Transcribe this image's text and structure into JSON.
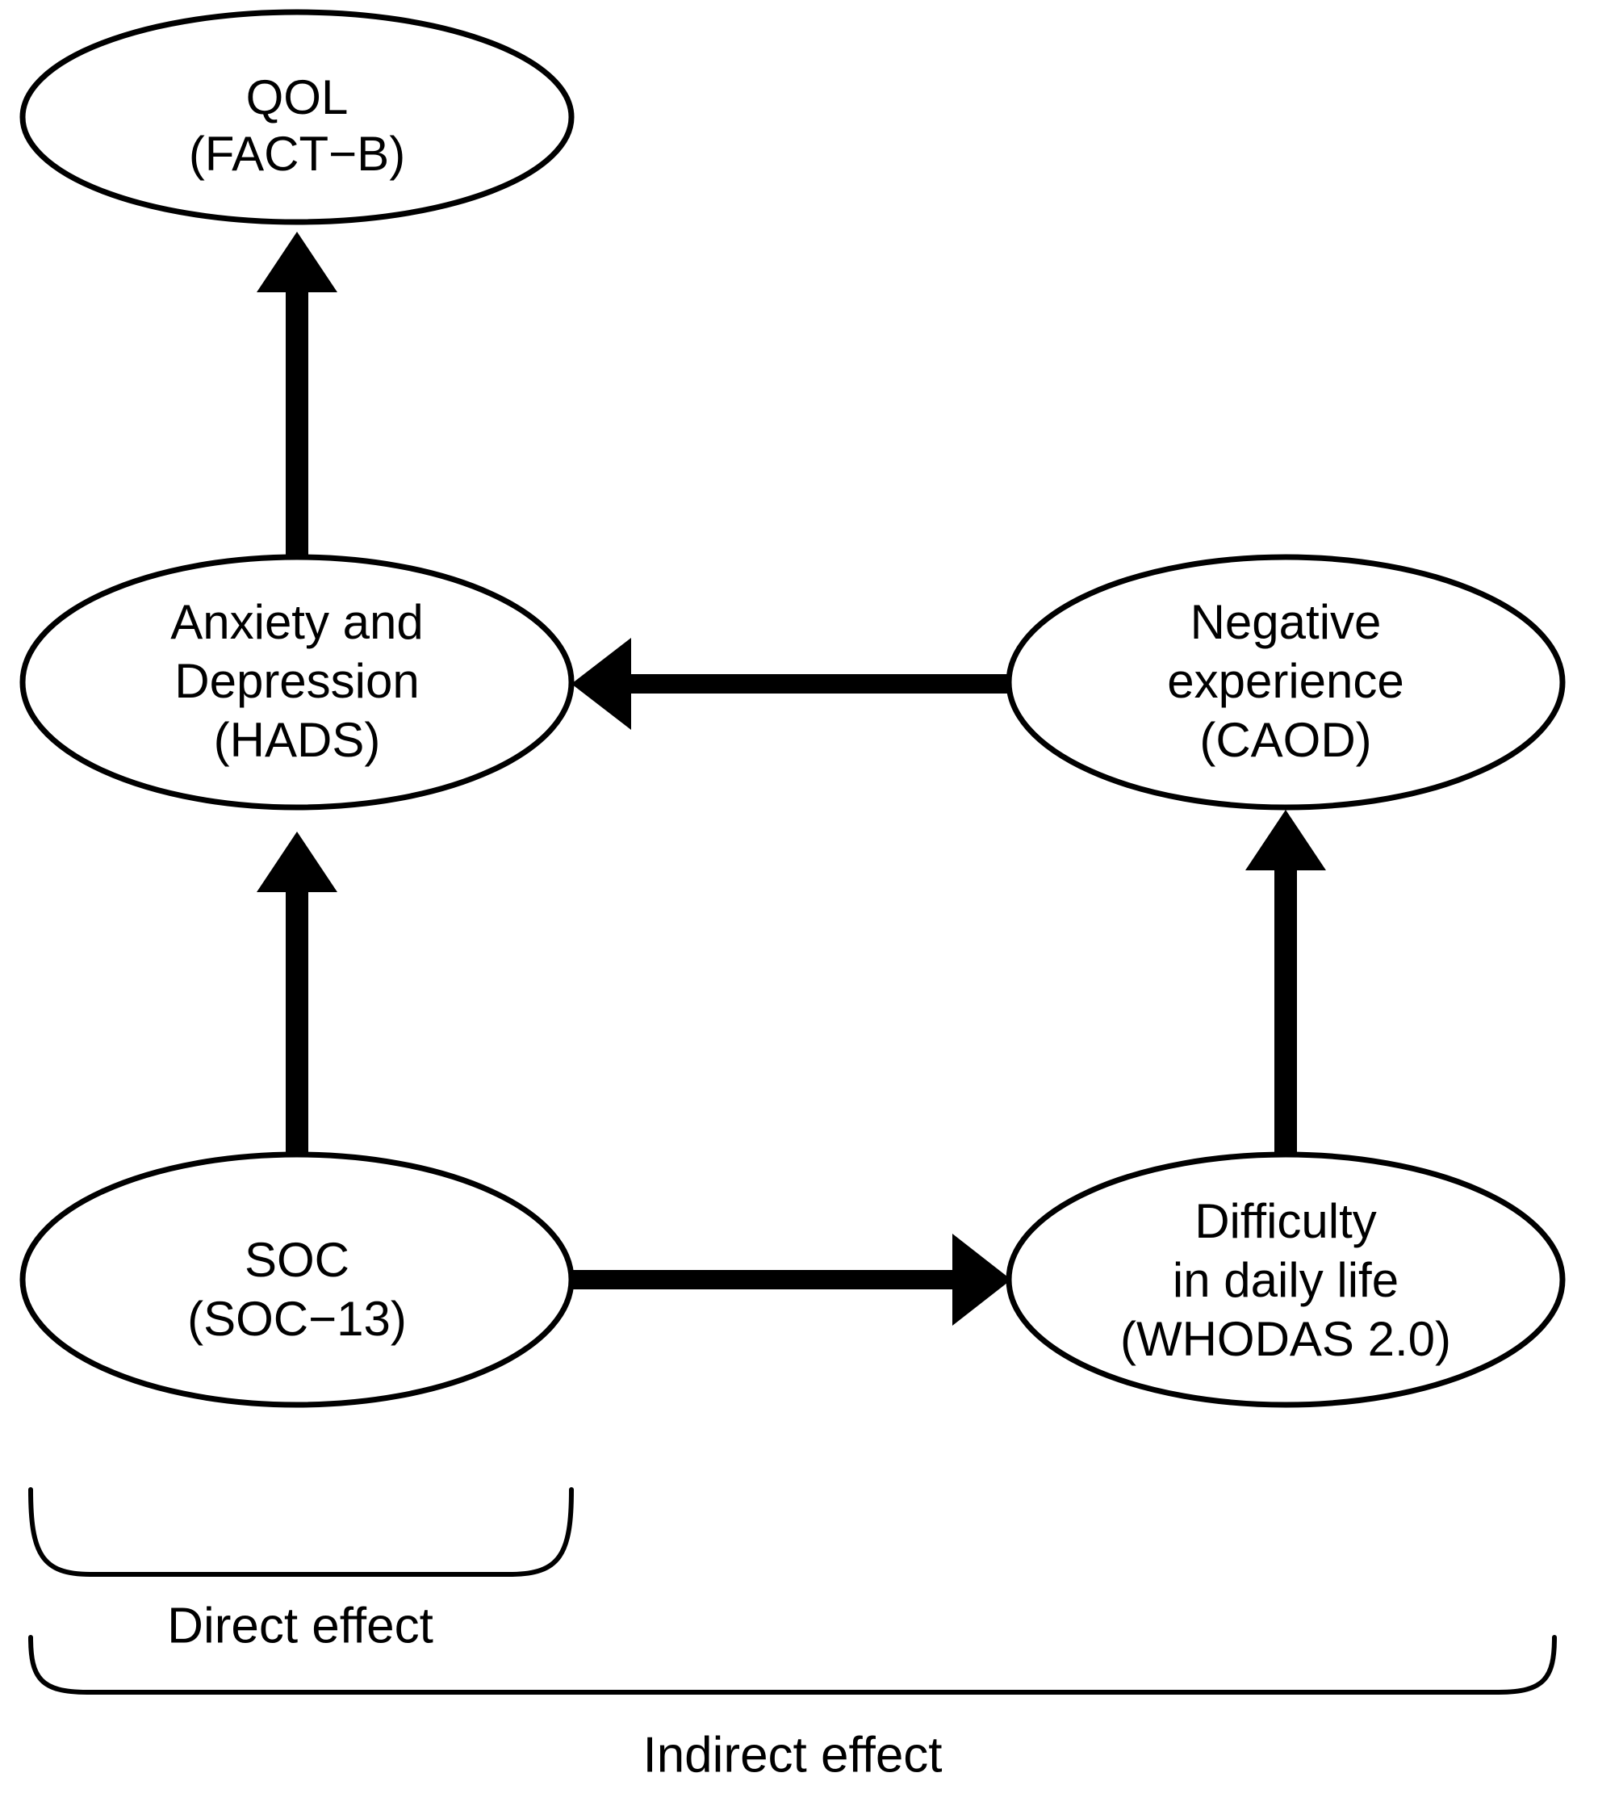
{
  "figure": {
    "type": "path-diagram",
    "background_color": "#ffffff",
    "stroke_color": "#000000",
    "nodes": [
      {
        "id": "qol",
        "shape": "ellipse",
        "lines": [
          "QOL",
          "(FACT−B)"
        ],
        "line1": "QOL",
        "line2": "(FACT−B)",
        "line3": ""
      },
      {
        "id": "hads",
        "shape": "ellipse",
        "lines": [
          "Anxiety and",
          "Depression",
          "(HADS)"
        ],
        "line1": "Anxiety and",
        "line2": "Depression",
        "line3": "(HADS)"
      },
      {
        "id": "caod",
        "shape": "ellipse",
        "lines": [
          "Negative",
          "experience",
          "(CAOD)"
        ],
        "line1": "Negative",
        "line2": "experience",
        "line3": "(CAOD)"
      },
      {
        "id": "soc",
        "shape": "ellipse",
        "lines": [
          "SOC",
          "(SOC−13)"
        ],
        "line1": "SOC",
        "line2": "(SOC−13)",
        "line3": ""
      },
      {
        "id": "whodas",
        "shape": "ellipse",
        "lines": [
          "Difficulty",
          "in daily life",
          "(WHODAS 2.0)"
        ],
        "line1": "Difficulty",
        "line2": "in daily life",
        "line3": "(WHODAS 2.0)"
      }
    ],
    "edges": [
      {
        "id": "hads-to-qol",
        "from": "hads",
        "to": "qol",
        "direction": "up",
        "style": "solid-block-arrow",
        "label": ""
      },
      {
        "id": "caod-to-hads",
        "from": "caod",
        "to": "hads",
        "direction": "left",
        "style": "solid-block-arrow",
        "label": ""
      },
      {
        "id": "soc-to-hads",
        "from": "soc",
        "to": "hads",
        "direction": "up",
        "style": "solid-block-arrow",
        "label": ""
      },
      {
        "id": "whodas-to-caod",
        "from": "whodas",
        "to": "caod",
        "direction": "up",
        "style": "solid-block-arrow",
        "label": ""
      },
      {
        "id": "soc-to-whodas",
        "from": "soc",
        "to": "whodas",
        "direction": "right",
        "style": "solid-block-arrow",
        "label": ""
      }
    ],
    "braces": [
      {
        "id": "direct-effect",
        "label": "Direct effect",
        "spans": [
          "soc"
        ]
      },
      {
        "id": "indirect-effect",
        "label": "Indirect effect",
        "spans": [
          "soc",
          "whodas"
        ]
      }
    ]
  }
}
